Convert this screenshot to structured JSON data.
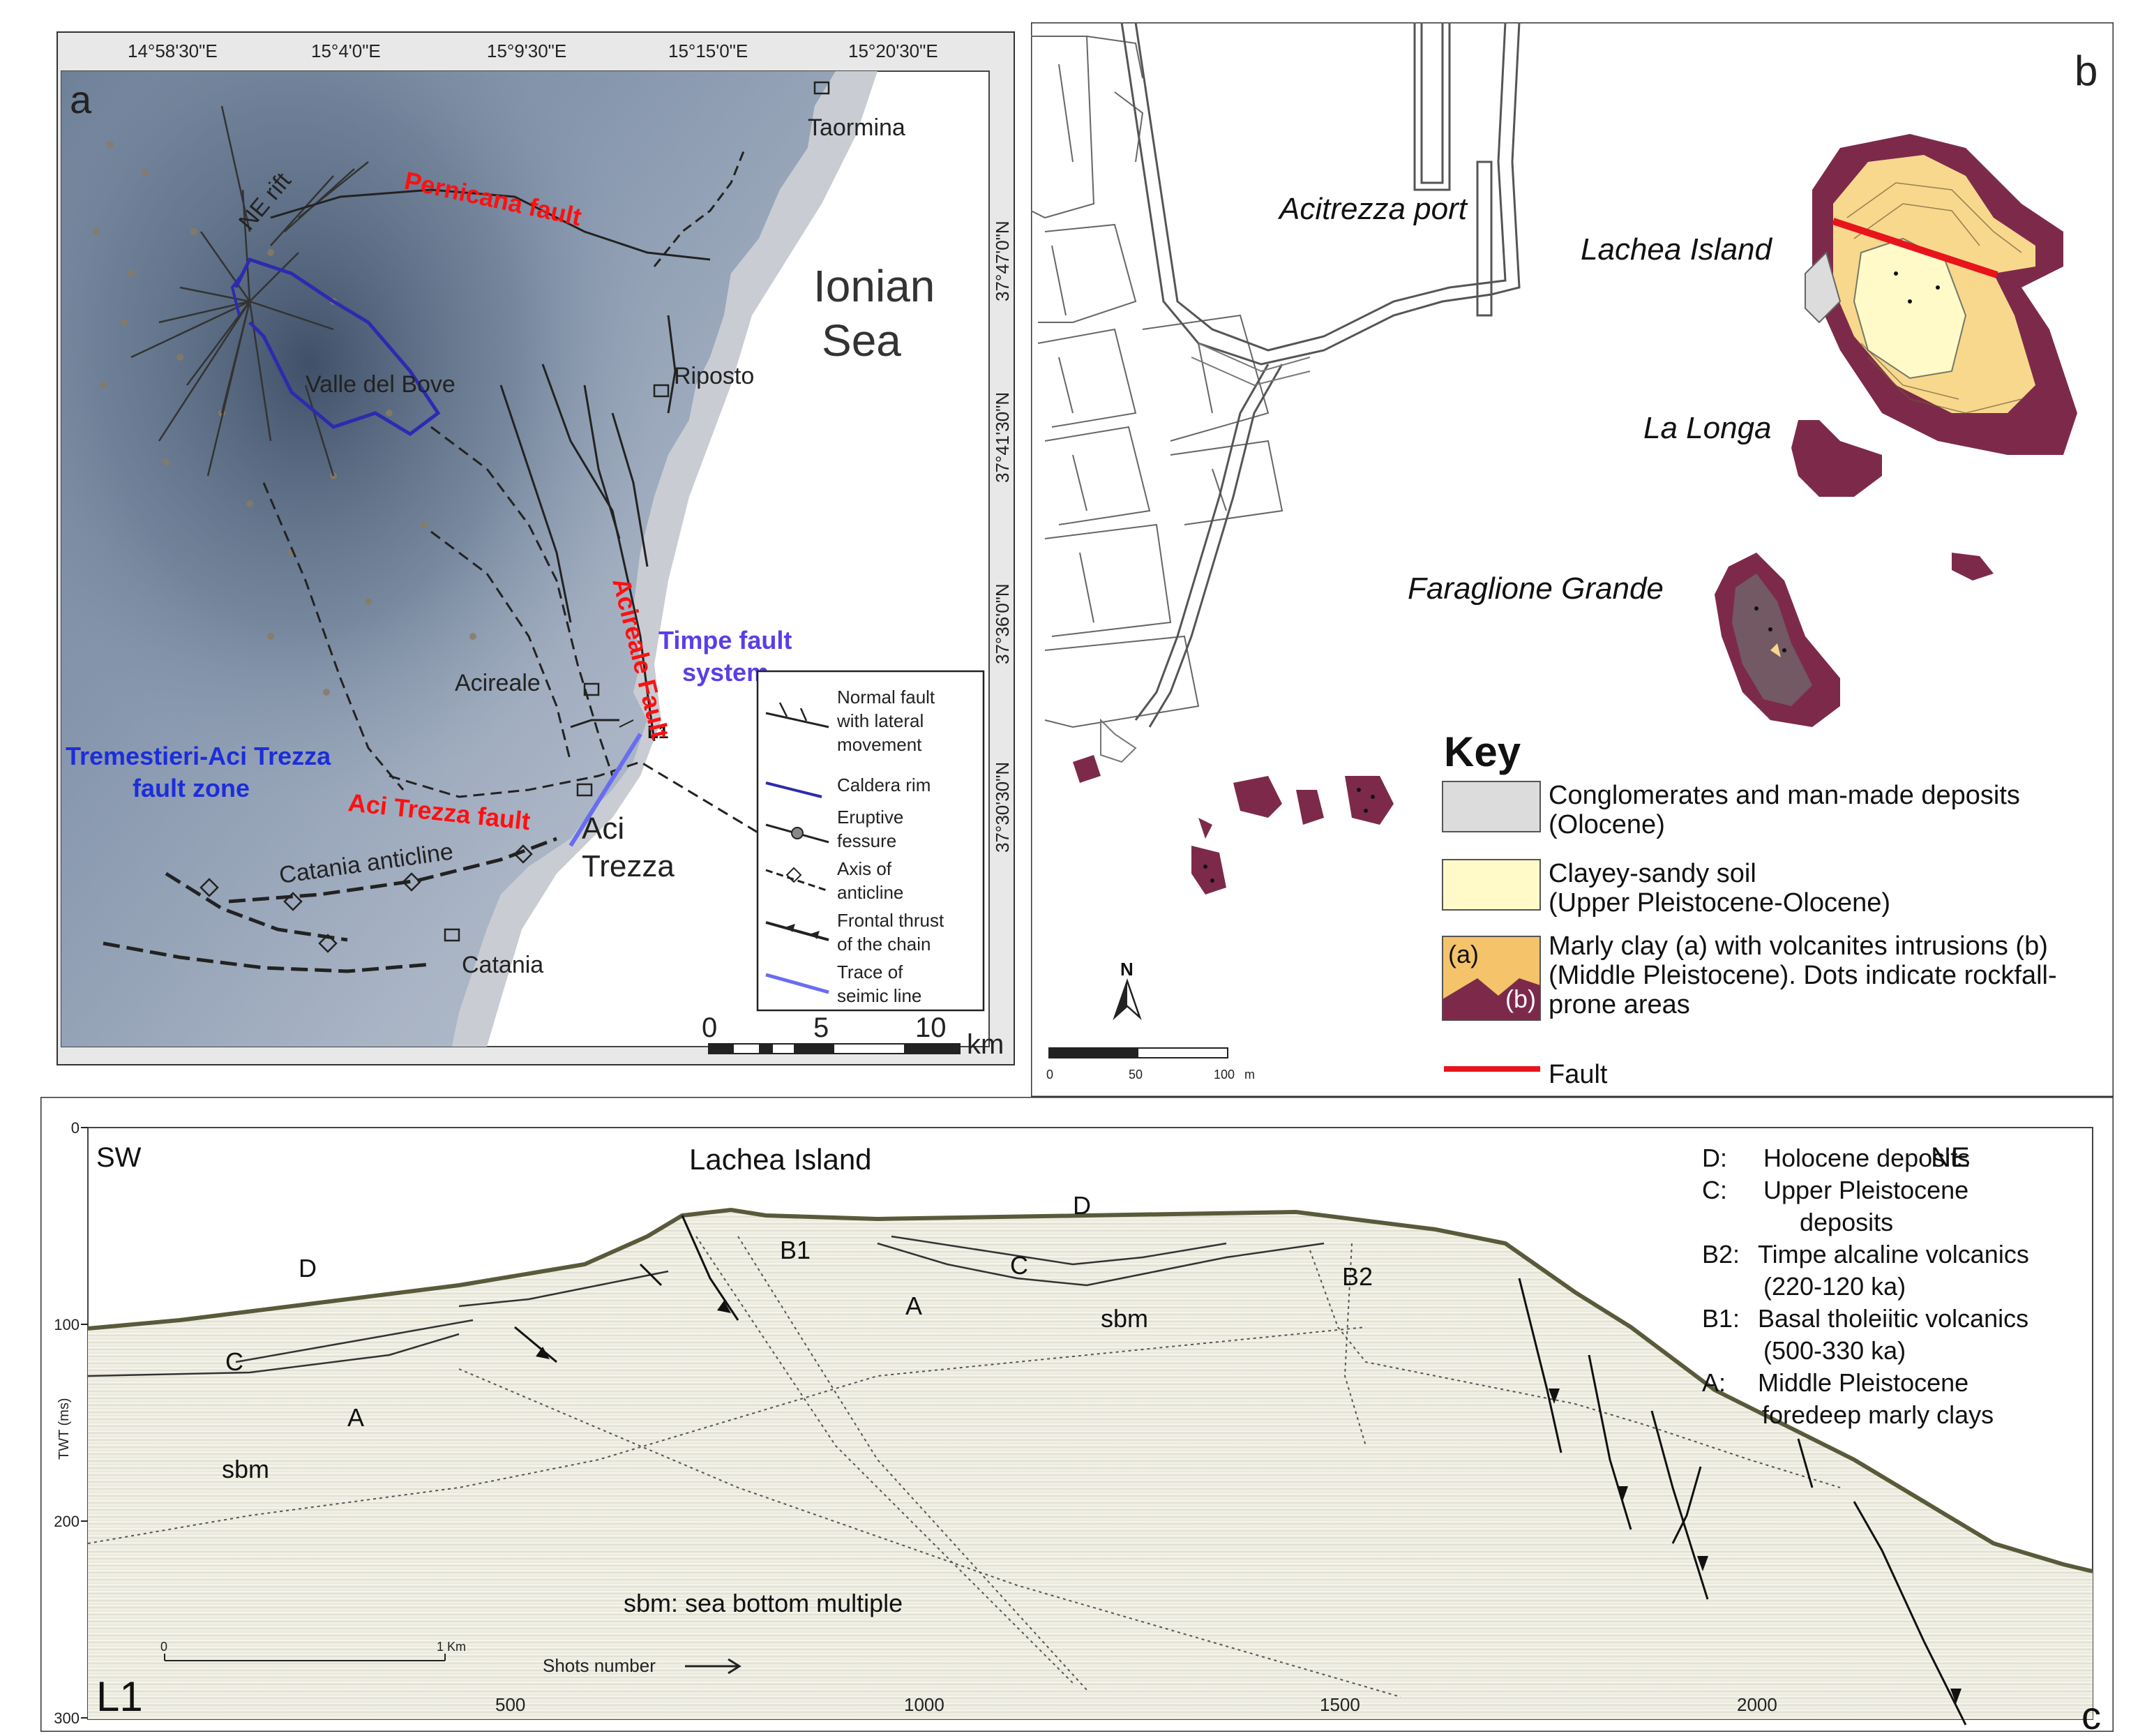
{
  "panel_a": {
    "letter": "a",
    "lon_ticks": [
      "14°58'30\"E",
      "15°4'0\"E",
      "15°9'30\"E",
      "15°15'0\"E",
      "15°20'30\"E"
    ],
    "lat_ticks": [
      "37°47'0\"N",
      "37°41'30\"N",
      "37°36'0\"N",
      "37°30'30\"N"
    ],
    "sea_label": [
      "Ionian",
      "Sea"
    ],
    "places": {
      "taormina": "Taormina",
      "riposto": "Riposto",
      "acireale": "Acireale",
      "aci_trezza": [
        "Aci",
        "Trezza"
      ],
      "catania": "Catania",
      "valle_del_bove": "Valle del Bove",
      "ne_rift": "NE rift",
      "catania_anticline": "Catania anticline",
      "l1": "L1"
    },
    "faults": {
      "pernicana": "Pernicana fault",
      "acireale": "Acireale Fault",
      "aci_trezza": "Aci Trezza fault",
      "timpe": [
        "Timpe fault",
        "system"
      ],
      "tremestieri": [
        "Tremestieri-Aci Trezza",
        "fault zone"
      ]
    },
    "legend": [
      {
        "lines": [
          "Normal fault",
          "with lateral",
          "movement"
        ]
      },
      {
        "lines": [
          "Caldera rim"
        ]
      },
      {
        "lines": [
          "Eruptive",
          "fessure"
        ]
      },
      {
        "lines": [
          "Axis of",
          "anticline"
        ]
      },
      {
        "lines": [
          "Frontal thrust",
          "of the chain"
        ]
      },
      {
        "lines": [
          "Trace of",
          "seimic line"
        ]
      }
    ],
    "scalebar": {
      "ticks": [
        "0",
        "5",
        "10"
      ],
      "unit": "km"
    },
    "colors": {
      "red_label": "#ff1010",
      "blue_label": "#3a2fd8",
      "caldera": "#2d2ab0",
      "seismic_line": "#6a6cf0"
    }
  },
  "panel_b": {
    "letter": "b",
    "port": "Acitrezza port",
    "islands": [
      "Lachea Island",
      "La Longa",
      "Faraglione Grande"
    ],
    "key_title": "Key",
    "key": [
      {
        "lines": [
          "Conglomerates and man-made deposits",
          "(Olocene)"
        ],
        "color": "#dcdcdc"
      },
      {
        "lines": [
          "Clayey-sandy soil",
          "(Upper Pleistocene-Olocene)"
        ],
        "color": "#fffac8"
      },
      {
        "lines": [
          "Marly clay (a) with volcanites intrusions (b)",
          "(Middle Pleistocene). Dots indicate rockfall-",
          "prone areas"
        ],
        "color": "#f4c36a",
        "swatch_a": "(a)",
        "swatch_b": "(b)"
      },
      {
        "lines": [
          "Fault"
        ],
        "color": "#e8141c"
      }
    ],
    "north": "N",
    "scalebar": {
      "ticks": [
        "0",
        "50",
        "100"
      ],
      "unit": "m"
    },
    "colors": {
      "marly": "#7d2a4a",
      "clayey": "#f7d88c"
    }
  },
  "panel_c": {
    "letter": "c",
    "sw": "SW",
    "ne": "NE",
    "title": "Lachea Island",
    "line_id": "L1",
    "yaxis_label": "TWT (ms)",
    "yticks": [
      "0",
      "100",
      "200",
      "300"
    ],
    "xticks": [
      "500",
      "1000",
      "1500",
      "2000"
    ],
    "xaxis_label": "Shots number",
    "scalebar": {
      "start": "0",
      "end": "1 Km"
    },
    "units": {
      "D": "D",
      "C": "C",
      "B1": "B1",
      "B2": "B2",
      "A": "A",
      "sbm": "sbm"
    },
    "sbm_note": "sbm: sea bottom multiple",
    "legend": [
      {
        "code": "D:",
        "lines": [
          "Holocene deposits"
        ]
      },
      {
        "code": "C:",
        "lines": [
          "Upper Pleistocene",
          "deposits"
        ]
      },
      {
        "code": "B2:",
        "lines": [
          "Timpe alcaline volcanics",
          "(220-120 ka)"
        ]
      },
      {
        "code": "B1:",
        "lines": [
          "Basal tholeiitic volcanics",
          "(500-330 ka)"
        ]
      },
      {
        "code": "A:",
        "lines": [
          "Middle Pleistocene",
          "foredeep marly clays"
        ]
      }
    ]
  }
}
